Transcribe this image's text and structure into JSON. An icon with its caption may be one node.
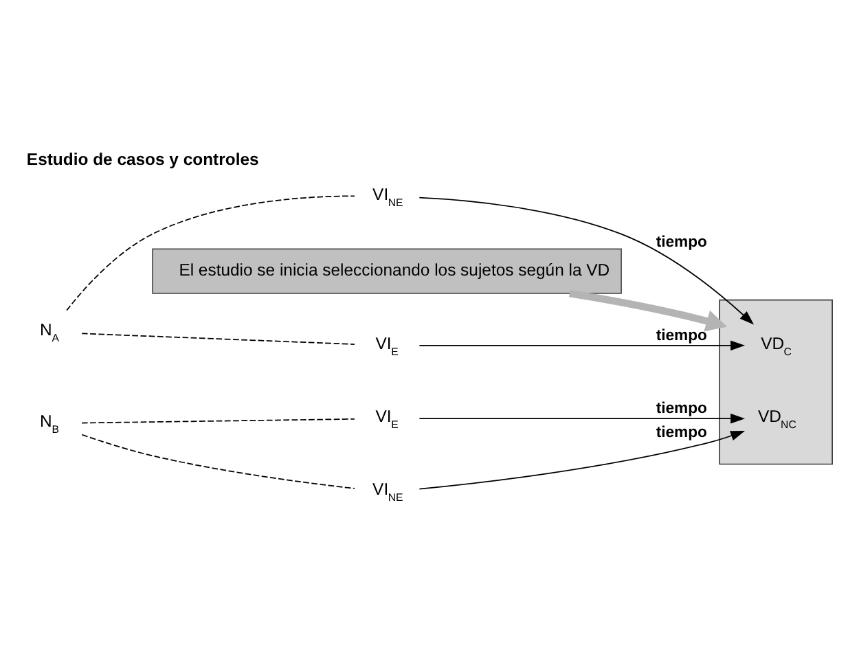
{
  "diagram": {
    "title": "Estudio de casos y controles",
    "nodes": [
      {
        "text": [
          "N$_{A}$"
        ]
      },
      {
        "text": [
          "VI$_{E}$"
        ]
      },
      {
        "text": [
          "VI$_{NE}$"
        ]
      },
      {
        "text": [
          "N$_{B}$"
        ]
      },
      {
        "text": [
          "VI$_{E}$"
        ]
      },
      {
        "text": [
          "VI$_{NE}$"
        ]
      },
      {
        "text": [],
        "shape": "box"
      },
      {
        "text": [
          "VD$_{C}$"
        ],
        "in": 6
      },
      {
        "text": [
          "VD$_{NC}$"
        ],
        "in": 6
      },
      {
        "text": [
          "El estudio se inicia seleccionando los sujetos según la VD"
        ]
      }
    ],
    "edges": [
      {
        "from": 0,
        "to": 1,
        "arrow": "none",
        "style": "dashed"
      },
      {
        "from": 0,
        "to": 2,
        "arrow": "none",
        "style": "dashed"
      },
      {
        "from": 3,
        "to": 4,
        "arrow": "none",
        "style": "dashed"
      },
      {
        "from": 3,
        "to": 5,
        "arrow": "none",
        "style": "dashed"
      },
      {
        "from": 1,
        "to": 7,
        "arrow": "to",
        "label": "tiempo"
      },
      {
        "from": 2,
        "to": 7,
        "arrow": "to",
        "label": "tiempo"
      },
      {
        "from": 4,
        "to": 8,
        "arrow": "to",
        "label": "tiempo"
      },
      {
        "from": 5,
        "to": 8,
        "arrow": "to",
        "label": "tiempo"
      },
      {
        "from": 9,
        "to": 6,
        "arrow": "to",
        "style": "thick",
        "color": "#b4b4b4"
      }
    ]
  }
}
